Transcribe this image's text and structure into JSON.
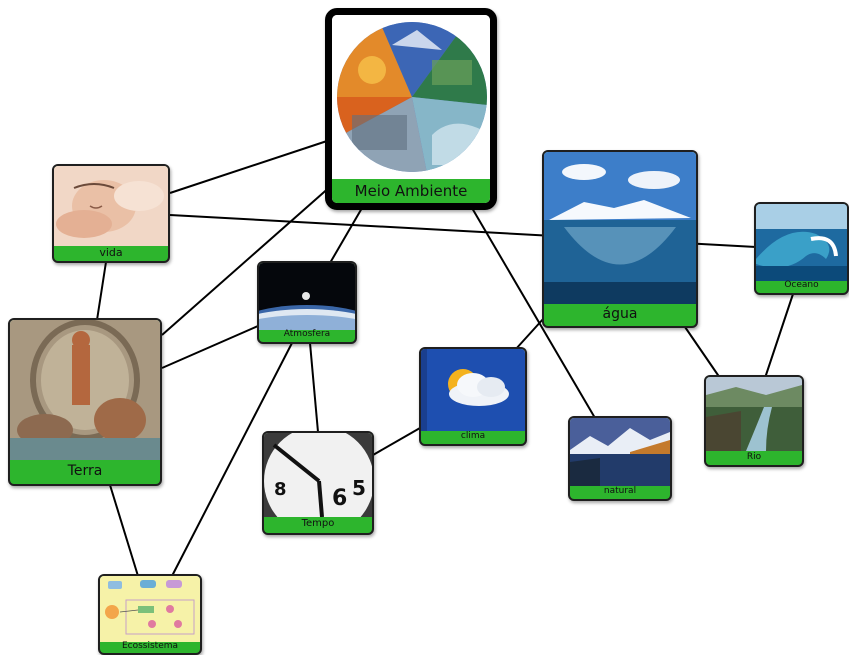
{
  "nodes": {
    "meio_ambiente": {
      "label": "Meio Ambiente"
    },
    "vida": {
      "label": "vida"
    },
    "terra": {
      "label": "Terra"
    },
    "atmosfera": {
      "label": "Atmosfera"
    },
    "agua": {
      "label": "água"
    },
    "oceano": {
      "label": "Oceano"
    },
    "clima": {
      "label": "clima"
    },
    "tempo": {
      "label": "Tempo"
    },
    "natural": {
      "label": "natural"
    },
    "rio": {
      "label": "Rio"
    },
    "ecossistema": {
      "label": "Ecossistema"
    }
  },
  "edges": [
    [
      "meio_ambiente",
      "vida"
    ],
    [
      "meio_ambiente",
      "terra"
    ],
    [
      "meio_ambiente",
      "atmosfera"
    ],
    [
      "meio_ambiente",
      "natural"
    ],
    [
      "vida",
      "oceano"
    ],
    [
      "vida",
      "terra"
    ],
    [
      "terra",
      "atmosfera"
    ],
    [
      "terra",
      "ecossistema"
    ],
    [
      "atmosfera",
      "tempo"
    ],
    [
      "atmosfera",
      "ecossistema"
    ],
    [
      "tempo",
      "clima"
    ],
    [
      "clima",
      "agua"
    ],
    [
      "agua",
      "rio"
    ],
    [
      "oceano",
      "rio"
    ]
  ],
  "colors": {
    "label_bar": "#2db52d",
    "edge": "#000000",
    "border": "#1f1f1f"
  }
}
